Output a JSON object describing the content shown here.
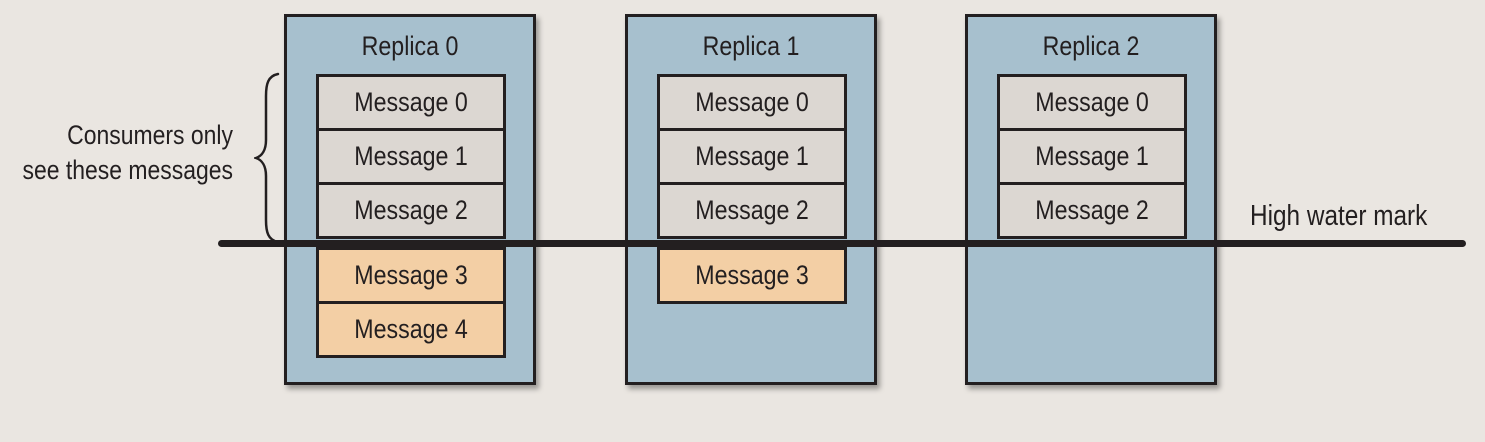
{
  "annotation": {
    "consumers_line1": "Consumers only",
    "consumers_line2": "see these messages",
    "high_water_mark": "High water mark"
  },
  "replicas": [
    {
      "title": "Replica 0",
      "messages": [
        {
          "label": "Message 0",
          "state": "committed"
        },
        {
          "label": "Message 1",
          "state": "committed"
        },
        {
          "label": "Message 2",
          "state": "committed"
        },
        {
          "label": "Message 3",
          "state": "uncommitted"
        },
        {
          "label": "Message 4",
          "state": "uncommitted"
        }
      ]
    },
    {
      "title": "Replica 1",
      "messages": [
        {
          "label": "Message 0",
          "state": "committed"
        },
        {
          "label": "Message 1",
          "state": "committed"
        },
        {
          "label": "Message 2",
          "state": "committed"
        },
        {
          "label": "Message 3",
          "state": "uncommitted"
        }
      ]
    },
    {
      "title": "Replica 2",
      "messages": [
        {
          "label": "Message 0",
          "state": "committed"
        },
        {
          "label": "Message 1",
          "state": "committed"
        },
        {
          "label": "Message 2",
          "state": "committed"
        }
      ]
    }
  ],
  "colors": {
    "background": "#eae6e1",
    "replica_fill": "#a7c0ce",
    "committed_fill": "#dcd7d2",
    "uncommitted_fill": "#f3cfa5",
    "outline": "#231f20"
  }
}
